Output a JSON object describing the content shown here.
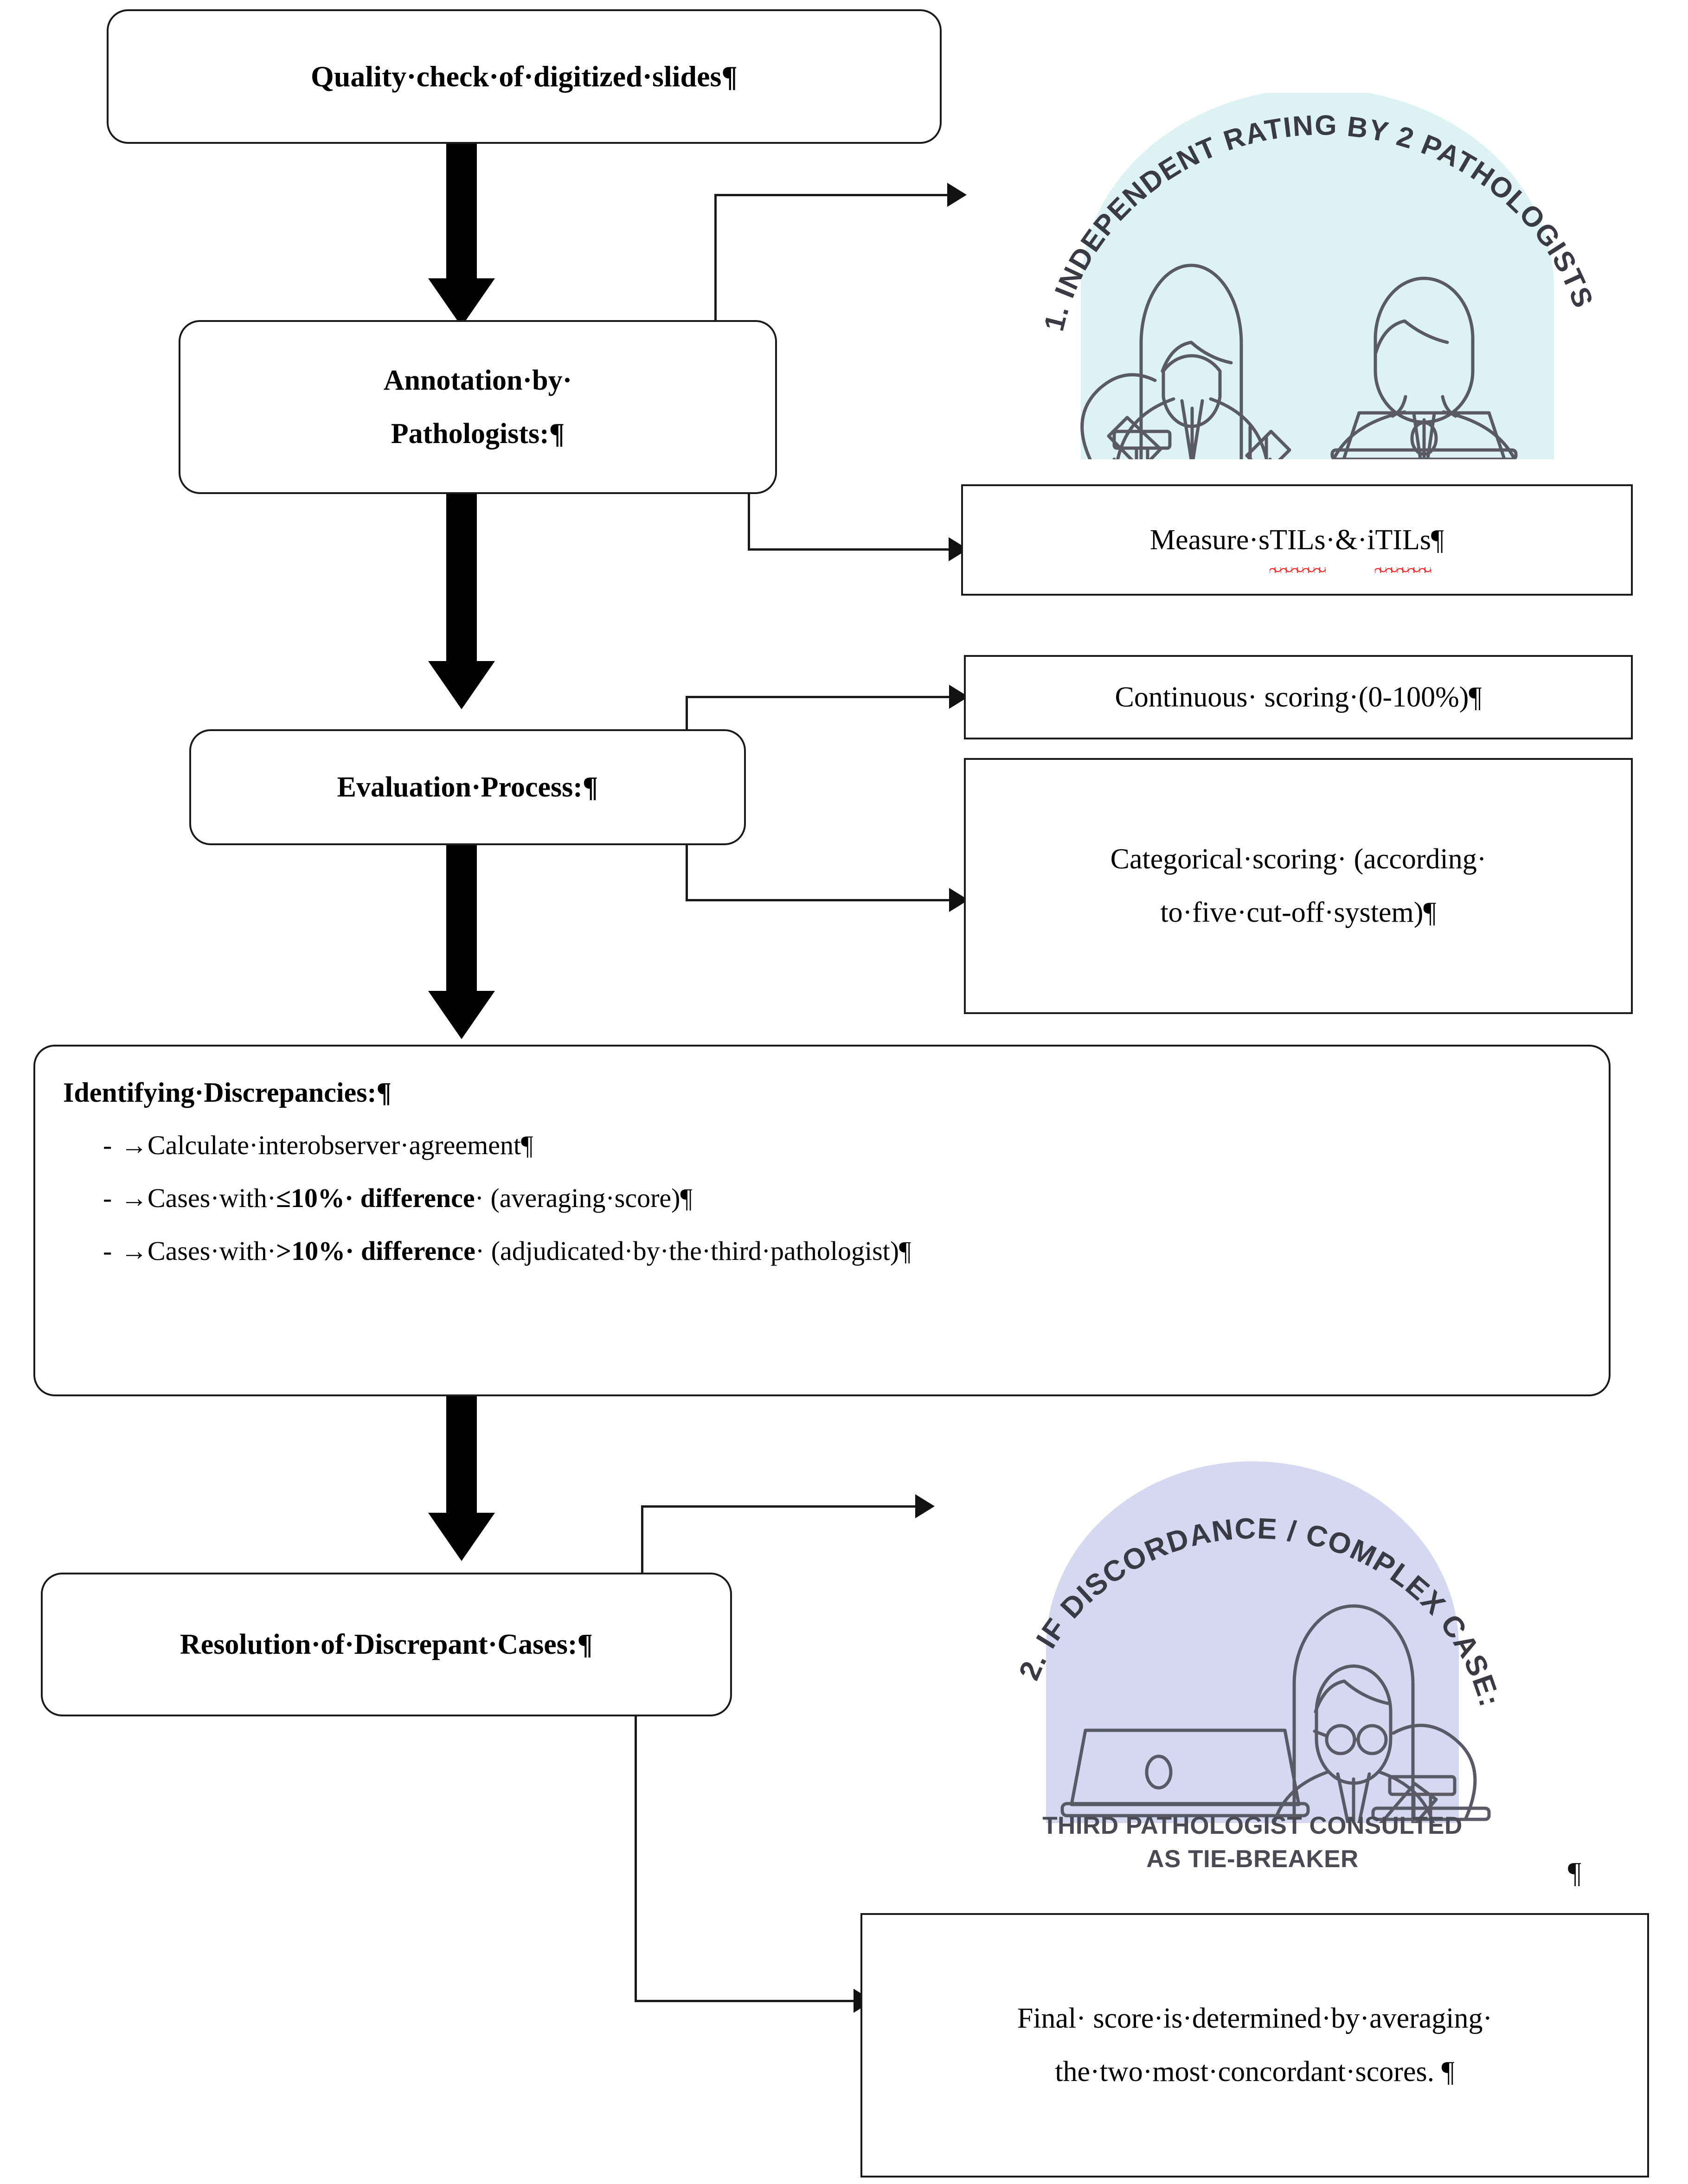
{
  "diagram": {
    "title": "Pathologist TILs scoring workflow flowchart",
    "colors": {
      "outline": "#1a1a1a",
      "illustration_1_bg": "#ddf3f3",
      "illustration_2_bg": "#d5d8f0",
      "illustration_stroke": "#5a5a66",
      "spellcheck_underline": "#ff2020",
      "caption_text": "#4a4a55"
    },
    "nodes": {
      "quality_check": "Quality·check·of·digitized·slides¶",
      "annotation_line1": "Annotation·by·",
      "annotation_line2": "Pathologists:¶",
      "measure_prefix": "Measure·s",
      "measure_tils1": "TILs",
      "measure_mid": "·&·i",
      "measure_tils2": "TILs",
      "measure_suffix": "¶",
      "measure_full": "Measure·sTILs·&·iTILs¶",
      "evaluation_process": "Evaluation·Process:¶",
      "continuous_scoring": "Continuous· scoring·(0-100%)¶",
      "categorical_line1": "Categorical·scoring· (according·",
      "categorical_line2": "to·five·cut-off·system)¶",
      "resolution": "Resolution·of·Discrepant·Cases:¶",
      "final_line1": "Final· score·is·determined·by·averaging·",
      "final_line2": "the·two·most·concordant·scores. ¶"
    },
    "discrepancies": {
      "title": "Identifying·Discrepancies:¶",
      "bullet_dash": "-",
      "bullet_arrow": "→",
      "items": [
        {
          "text": "Calculate·interobserver·agreement¶",
          "bold_part": ""
        },
        {
          "pre": "Cases·with·",
          "bold": "≤10%· difference",
          "post": "· (averaging·score)¶"
        },
        {
          "pre": "Cases·with·",
          "bold": ">10%· difference",
          "post": "· (adjudicated·by·the·third·pathologist)¶"
        }
      ]
    },
    "illustration_1": {
      "arch_text": "1. INDEPENDENT RATING BY 2 PATHOLOGISTS",
      "scene": "two pathologists: one at a microscope, one at a laptop"
    },
    "illustration_2": {
      "arch_text": "2. IF DISCORDANCE / COMPLEX CASE:",
      "caption_line1": "THIRD PATHOLOGIST CONSULTED",
      "caption_line2": "AS TIE-BREAKER",
      "scene": "pathologist with glasses at a laptop beside a microscope"
    },
    "stray_mark": "¶"
  }
}
